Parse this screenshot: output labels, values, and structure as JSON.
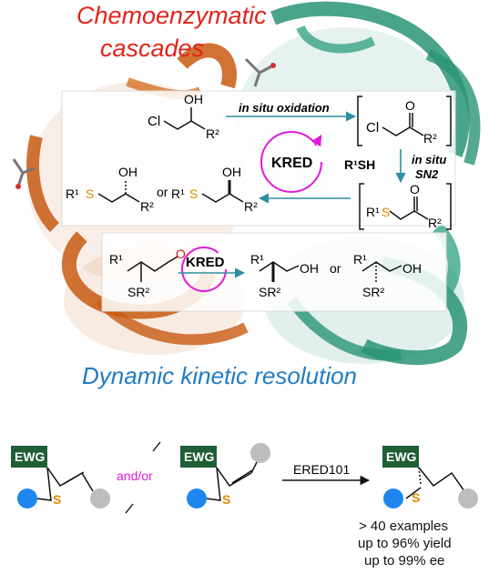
{
  "header": {
    "title_line1": "Chemoenzymatic",
    "title_line2": "cascades",
    "title_color": "#e2231a",
    "subtitle": "Dynamic kinetic resolution",
    "subtitle_color": "#1f7cc4"
  },
  "cascade_panel": {
    "step_oxidation": "in situ oxidation",
    "enzyme": "KRED",
    "thiol": "R¹SH",
    "step_sn2_a": "in situ",
    "step_sn2_b": "SN2",
    "or": "or",
    "substrate_cl": "Cl",
    "substrate_oh": "OH",
    "substrate_r2": "R²",
    "ketone_o": "O",
    "product_s": "S",
    "product_r1": "R¹"
  },
  "dkr_panel": {
    "enzyme": "KRED",
    "or": "or",
    "aldehyde_o": "O",
    "r1": "R¹",
    "sr2": "SR²",
    "oh": "OH"
  },
  "bottom": {
    "ewg": "EWG",
    "s_atom": "S",
    "andor": "and/or",
    "enzyme": "ERED101",
    "result_line1": "> 40 examples",
    "result_line2": "up to 96% yield",
    "result_line3": "up to 99% ee",
    "ewg_color": "#1f5e36",
    "blue_ball": "#1f86f0",
    "grey_ball": "#bdbdbd",
    "s_color": "#e08a00",
    "magenta": "#e01ad8"
  },
  "colors": {
    "protein_green": "#2a9477",
    "protein_orange": "#c85a12",
    "arrow_teal": "#2f8fa0"
  }
}
